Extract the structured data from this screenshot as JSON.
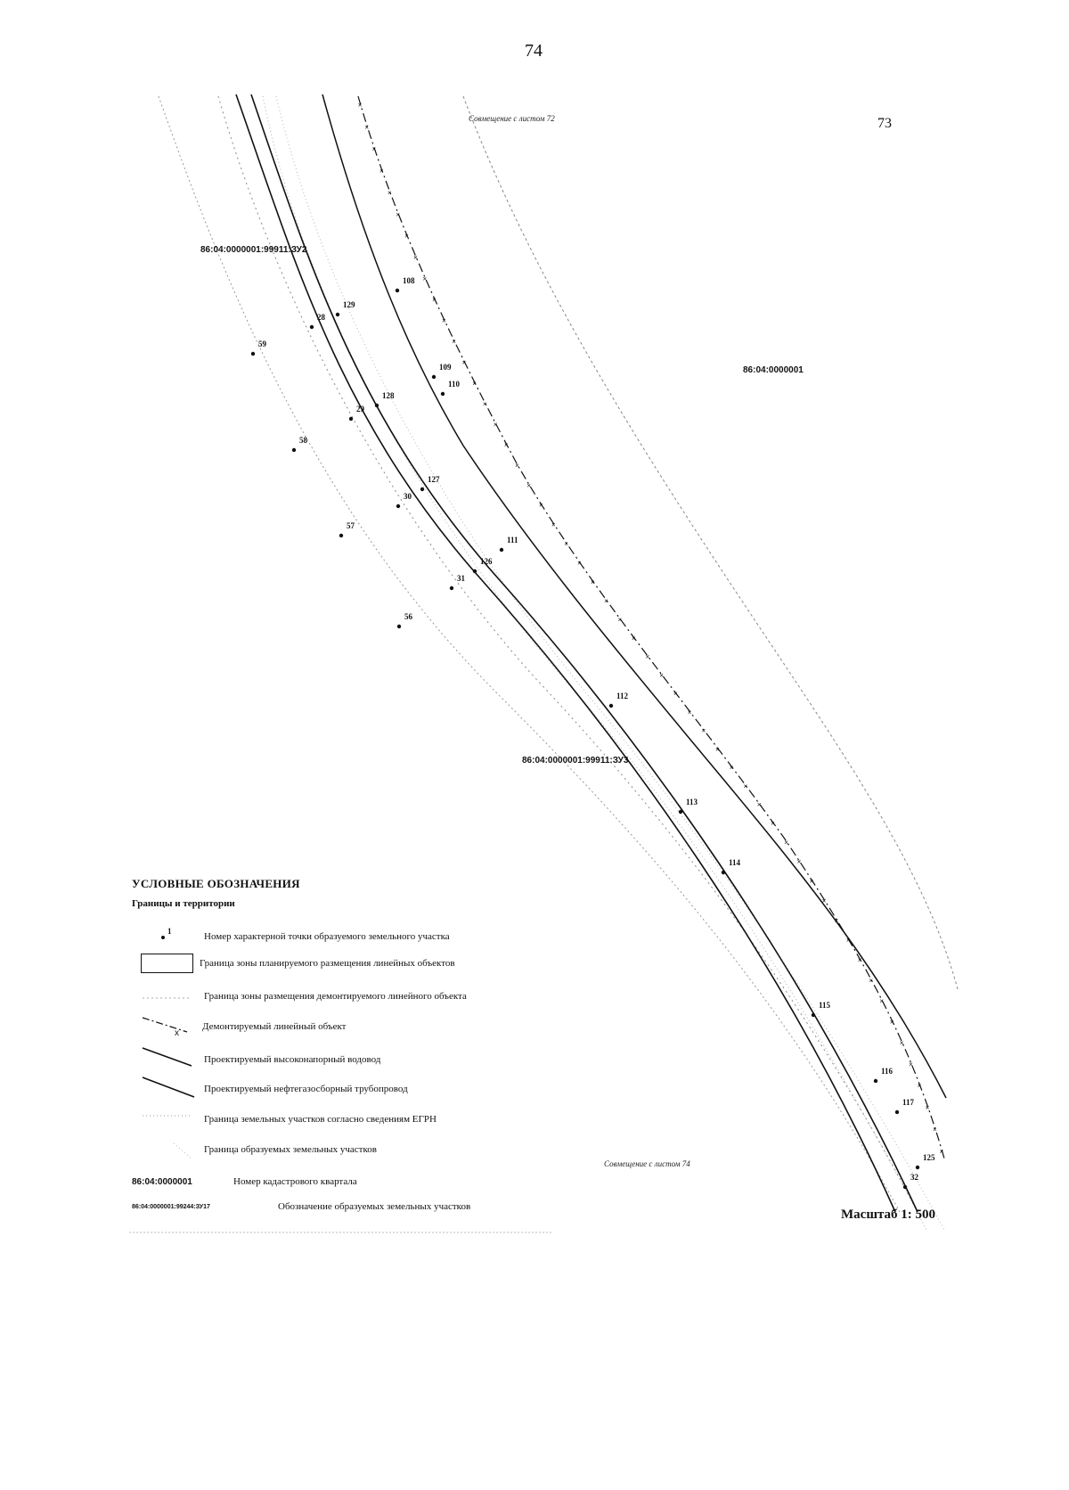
{
  "page": {
    "page_number": "74",
    "adjacent_sheet_number": "73",
    "top_caption": "Совмещение с листом 72",
    "bottom_caption": "Совмещение с листом 74",
    "scale_text": "Масштаб 1: 500"
  },
  "map": {
    "quarter_label": "86:04:0000001",
    "parcel_labels": [
      "86:04:0000001:99911:ЗУ2",
      "86:04:0000001:99911:ЗУ3"
    ],
    "points": [
      {
        "id": "108"
      },
      {
        "id": "129"
      },
      {
        "id": "28"
      },
      {
        "id": "59"
      },
      {
        "id": "109"
      },
      {
        "id": "110"
      },
      {
        "id": "128"
      },
      {
        "id": "29"
      },
      {
        "id": "58"
      },
      {
        "id": "127"
      },
      {
        "id": "30"
      },
      {
        "id": "57"
      },
      {
        "id": "111"
      },
      {
        "id": "126"
      },
      {
        "id": "31"
      },
      {
        "id": "56"
      },
      {
        "id": "112"
      },
      {
        "id": "113"
      },
      {
        "id": "114"
      },
      {
        "id": "115"
      },
      {
        "id": "116"
      },
      {
        "id": "117"
      },
      {
        "id": "125"
      },
      {
        "id": "32"
      }
    ]
  },
  "legend": {
    "title": "УСЛОВНЫЕ ОБОЗНАЧЕНИЯ",
    "subtitle": "Границы и территории",
    "point_sample": "1",
    "items": [
      {
        "key": "point",
        "text": "Номер характерной точки образуемого земельного участка"
      },
      {
        "key": "zone_planned",
        "text": "Граница зоны планируемого размещения линейных объектов"
      },
      {
        "key": "zone_dismantle",
        "text": "Граница зоны размещения демонтируемого линейного объекта"
      },
      {
        "key": "dismantled",
        "text": "Демонтируемый линейный объект"
      },
      {
        "key": "water",
        "text": "Проектируемый высоконапорный водовод"
      },
      {
        "key": "oil",
        "text": "Проектируемый нефтегазосборный трубопровод"
      },
      {
        "key": "egrn",
        "text": "Граница земельных участков согласно сведениям ЕГРН"
      },
      {
        "key": "formed",
        "text": "Граница образуемых земельных участков"
      },
      {
        "key": "quarter",
        "code": "86:04:0000001",
        "text": "Номер кадастрового квартала"
      },
      {
        "key": "parcel",
        "code": "86:04:0000001:99244:ЗУ17",
        "text": "Обозначение образуемых земельных участков"
      }
    ]
  }
}
